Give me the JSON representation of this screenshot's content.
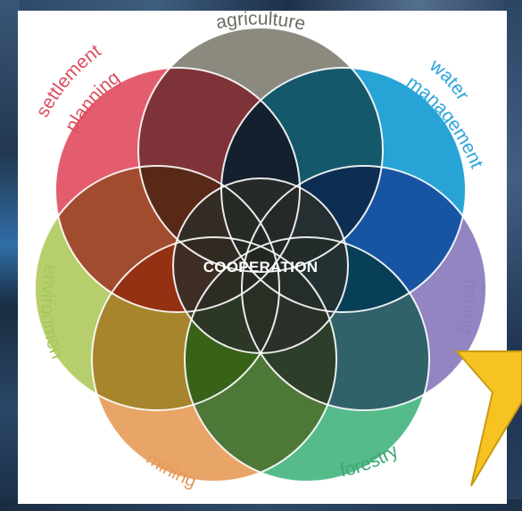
{
  "diagram": {
    "center_label": "COOPERATION",
    "sectors": [
      {
        "id": "agriculture",
        "label": "agriculture",
        "color": "#8c8a7f",
        "text_color": "#6e6b64"
      },
      {
        "id": "water-management",
        "label_lines": [
          "water",
          "management"
        ],
        "color": "#27a3d6",
        "text_color": "#2aa4dc"
      },
      {
        "id": "fishing",
        "label": "fishing",
        "color": "#9384c2",
        "text_color": "#8c7fc0"
      },
      {
        "id": "forestry",
        "label": "forestry",
        "color": "#55bb8a",
        "text_color": "#3aa872"
      },
      {
        "id": "mining",
        "label": "mining",
        "color": "#e9a467",
        "text_color": "#e29a5a"
      },
      {
        "id": "environment",
        "label": "environment",
        "color": "#b6cf6c",
        "text_color": "#a7c65a"
      },
      {
        "id": "settlement-planning",
        "label_lines": [
          "settlement",
          "planning"
        ],
        "color": "#e35d6e",
        "text_color": "#dc4e62"
      }
    ],
    "colors": {
      "background_panel": "#ffffff",
      "center_fill": "#2b2e29",
      "center_text": "#ffffff",
      "outline": "#ffffff",
      "arrow_fill": "#f6c323",
      "arrow_stroke": "#c99a12"
    },
    "decorations": {
      "pointer_shape": "yellow-arrow",
      "photo_backdrop": "background-photo"
    }
  }
}
